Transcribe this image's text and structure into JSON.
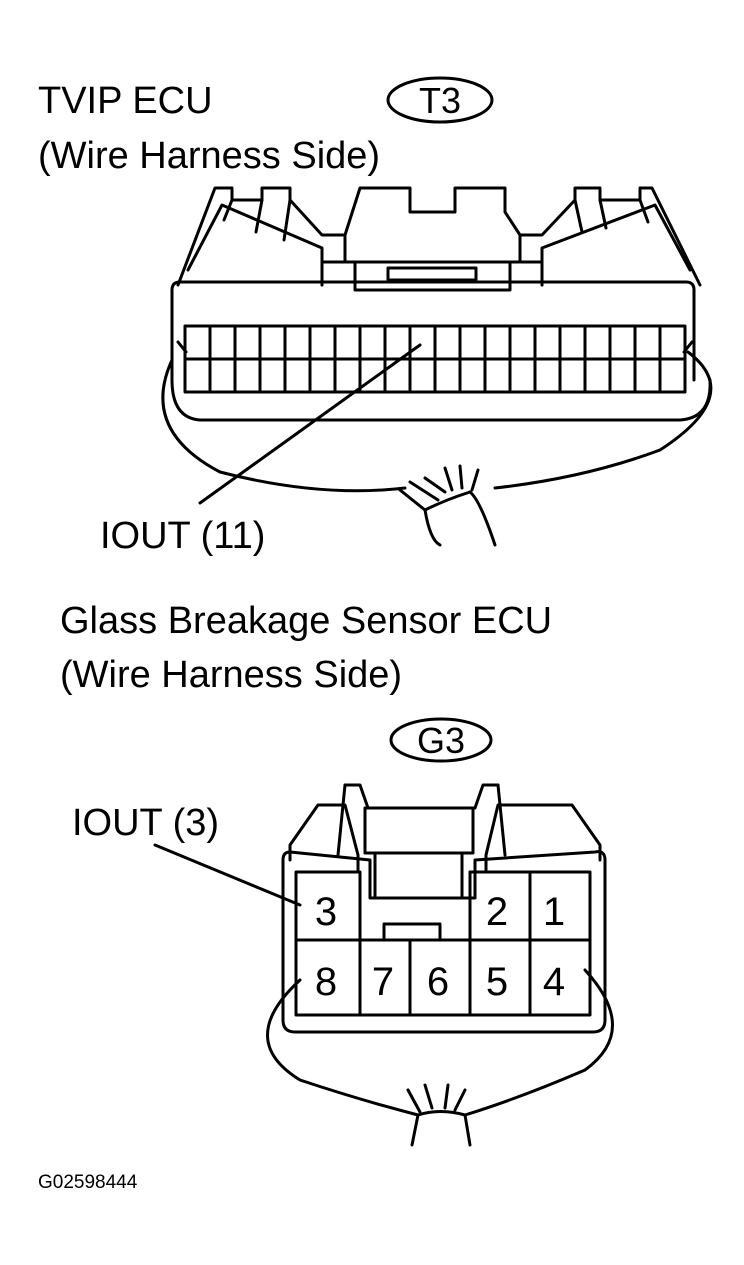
{
  "t3": {
    "title": "TVIP ECU",
    "subtitle": "(Wire Harness Side)",
    "connector_code": "T3",
    "callout": "IOUT (11)"
  },
  "g3": {
    "title": "Glass Breakage Sensor ECU",
    "subtitle": "(Wire Harness Side)",
    "connector_code": "G3",
    "callout": "IOUT (3)",
    "pins": [
      "1",
      "2",
      "3",
      "4",
      "5",
      "6",
      "7",
      "8"
    ]
  },
  "figure_id": "G02598444"
}
